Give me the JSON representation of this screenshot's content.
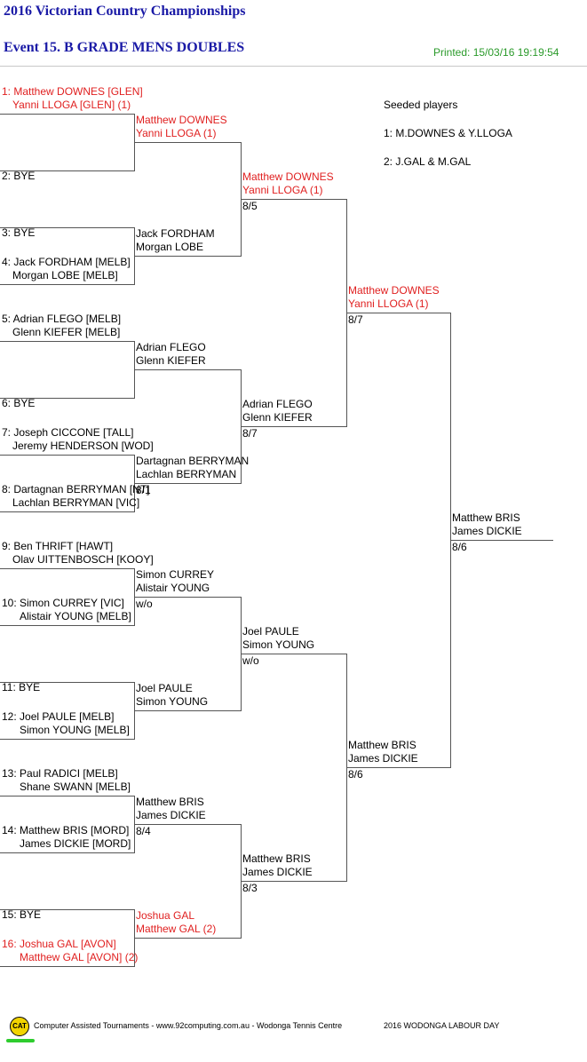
{
  "header": {
    "championship": "2016 Victorian Country Championships",
    "event": "Event 15. B GRADE MENS DOUBLES",
    "printed": "Printed: 15/03/16 19:19:54"
  },
  "seeds": {
    "title": "Seeded players",
    "items": [
      "1: M.DOWNES & Y.LLOGA",
      "2: J.GAL & M.GAL"
    ]
  },
  "round1": [
    {
      "l1": "1: Matthew DOWNES [GLEN]",
      "l2": "Yanni LLOGA [GLEN] (1)",
      "red": true
    },
    {
      "l1": "2: BYE",
      "l2": ""
    },
    {
      "l1": "3: BYE",
      "l2": ""
    },
    {
      "l1": "4: Jack FORDHAM [MELB]",
      "l2": "Morgan LOBE [MELB]"
    },
    {
      "l1": "5: Adrian FLEGO [MELB]",
      "l2": "Glenn KIEFER [MELB]"
    },
    {
      "l1": "6: BYE",
      "l2": ""
    },
    {
      "l1": "7: Joseph CICCONE [TALL]",
      "l2": "Jeremy HENDERSON [WOD]"
    },
    {
      "l1": "8: Dartagnan BERRYMAN [NT]",
      "l2": "Lachlan BERRYMAN [VIC]"
    },
    {
      "l1": "9: Ben THRIFT [HAWT]",
      "l2": "Olav UITTENBOSCH [KOOY]"
    },
    {
      "l1": "10: Simon CURREY [VIC]",
      "l2": "Alistair YOUNG [MELB]"
    },
    {
      "l1": "11: BYE",
      "l2": ""
    },
    {
      "l1": "12: Joel PAULE [MELB]",
      "l2": "Simon YOUNG [MELB]"
    },
    {
      "l1": "13: Paul RADICI [MELB]",
      "l2": "Shane SWANN [MELB]"
    },
    {
      "l1": "14: Matthew BRIS [MORD]",
      "l2": "James DICKIE [MORD]"
    },
    {
      "l1": "15: BYE",
      "l2": ""
    },
    {
      "l1": "16: Joshua GAL [AVON]",
      "l2": "Matthew GAL [AVON] (2)",
      "red": true
    }
  ],
  "round2": [
    {
      "l1": "Matthew DOWNES",
      "l2": "Yanni LLOGA (1)",
      "score": "",
      "red": true
    },
    {
      "l1": "Jack FORDHAM",
      "l2": "Morgan LOBE",
      "score": ""
    },
    {
      "l1": "Adrian FLEGO",
      "l2": "Glenn KIEFER",
      "score": ""
    },
    {
      "l1": "Dartagnan BERRYMAN",
      "l2": "Lachlan BERRYMAN",
      "score": "8/1"
    },
    {
      "l1": "Simon CURREY",
      "l2": "Alistair YOUNG",
      "score": "w/o"
    },
    {
      "l1": "Joel PAULE",
      "l2": "Simon YOUNG",
      "score": ""
    },
    {
      "l1": "Matthew BRIS",
      "l2": "James DICKIE",
      "score": "8/4"
    },
    {
      "l1": "Joshua GAL",
      "l2": "Matthew GAL (2)",
      "score": "",
      "red": true
    }
  ],
  "round3": [
    {
      "l1": "Matthew DOWNES",
      "l2": "Yanni LLOGA (1)",
      "score": "8/5",
      "red": true
    },
    {
      "l1": "Adrian FLEGO",
      "l2": "Glenn KIEFER",
      "score": "8/7"
    },
    {
      "l1": "Joel PAULE",
      "l2": "Simon YOUNG",
      "score": "w/o"
    },
    {
      "l1": "Matthew BRIS",
      "l2": "James DICKIE",
      "score": "8/3"
    }
  ],
  "round4": [
    {
      "l1": "Matthew DOWNES",
      "l2": "Yanni LLOGA (1)",
      "score": "8/7",
      "red": true
    },
    {
      "l1": "Matthew BRIS",
      "l2": "James DICKIE",
      "score": "8/6"
    }
  ],
  "round5": [
    {
      "l1": "Matthew BRIS",
      "l2": "James DICKIE",
      "score": "8/6"
    }
  ],
  "footer": {
    "logo": "CAT",
    "credit": "Computer Assisted Tournaments - www.92computing.com.au -  Wodonga Tennis Centre",
    "event": "2016 WODONGA LABOUR DAY"
  },
  "colors": {
    "winner_red": "#e02020",
    "title_blue": "#1a1aa6",
    "printed_green": "#2a9a2a"
  }
}
